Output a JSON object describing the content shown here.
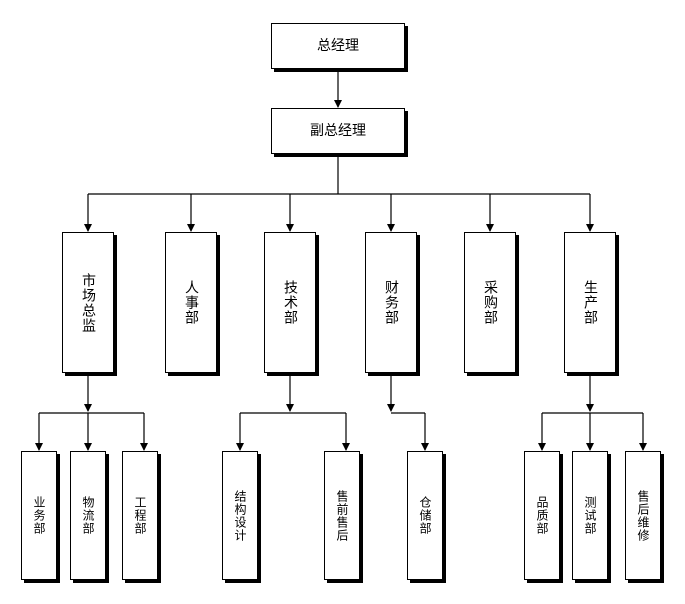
{
  "top": {
    "gm": "总经理",
    "vgm": "副总经理"
  },
  "departments": [
    {
      "id": "market",
      "label": "市场总监"
    },
    {
      "id": "hr",
      "label": "人事部"
    },
    {
      "id": "tech",
      "label": "技术部"
    },
    {
      "id": "finance",
      "label": "财务部"
    },
    {
      "id": "purchase",
      "label": "采购部"
    },
    {
      "id": "production",
      "label": "生产部"
    }
  ],
  "sub_units": {
    "market": [
      "业务部",
      "物流部",
      "工程部"
    ],
    "tech": [
      "结构设计",
      "售前售后"
    ],
    "finance": [
      "仓储部"
    ],
    "production": [
      "品质部",
      "测试部",
      "售后维修"
    ]
  }
}
